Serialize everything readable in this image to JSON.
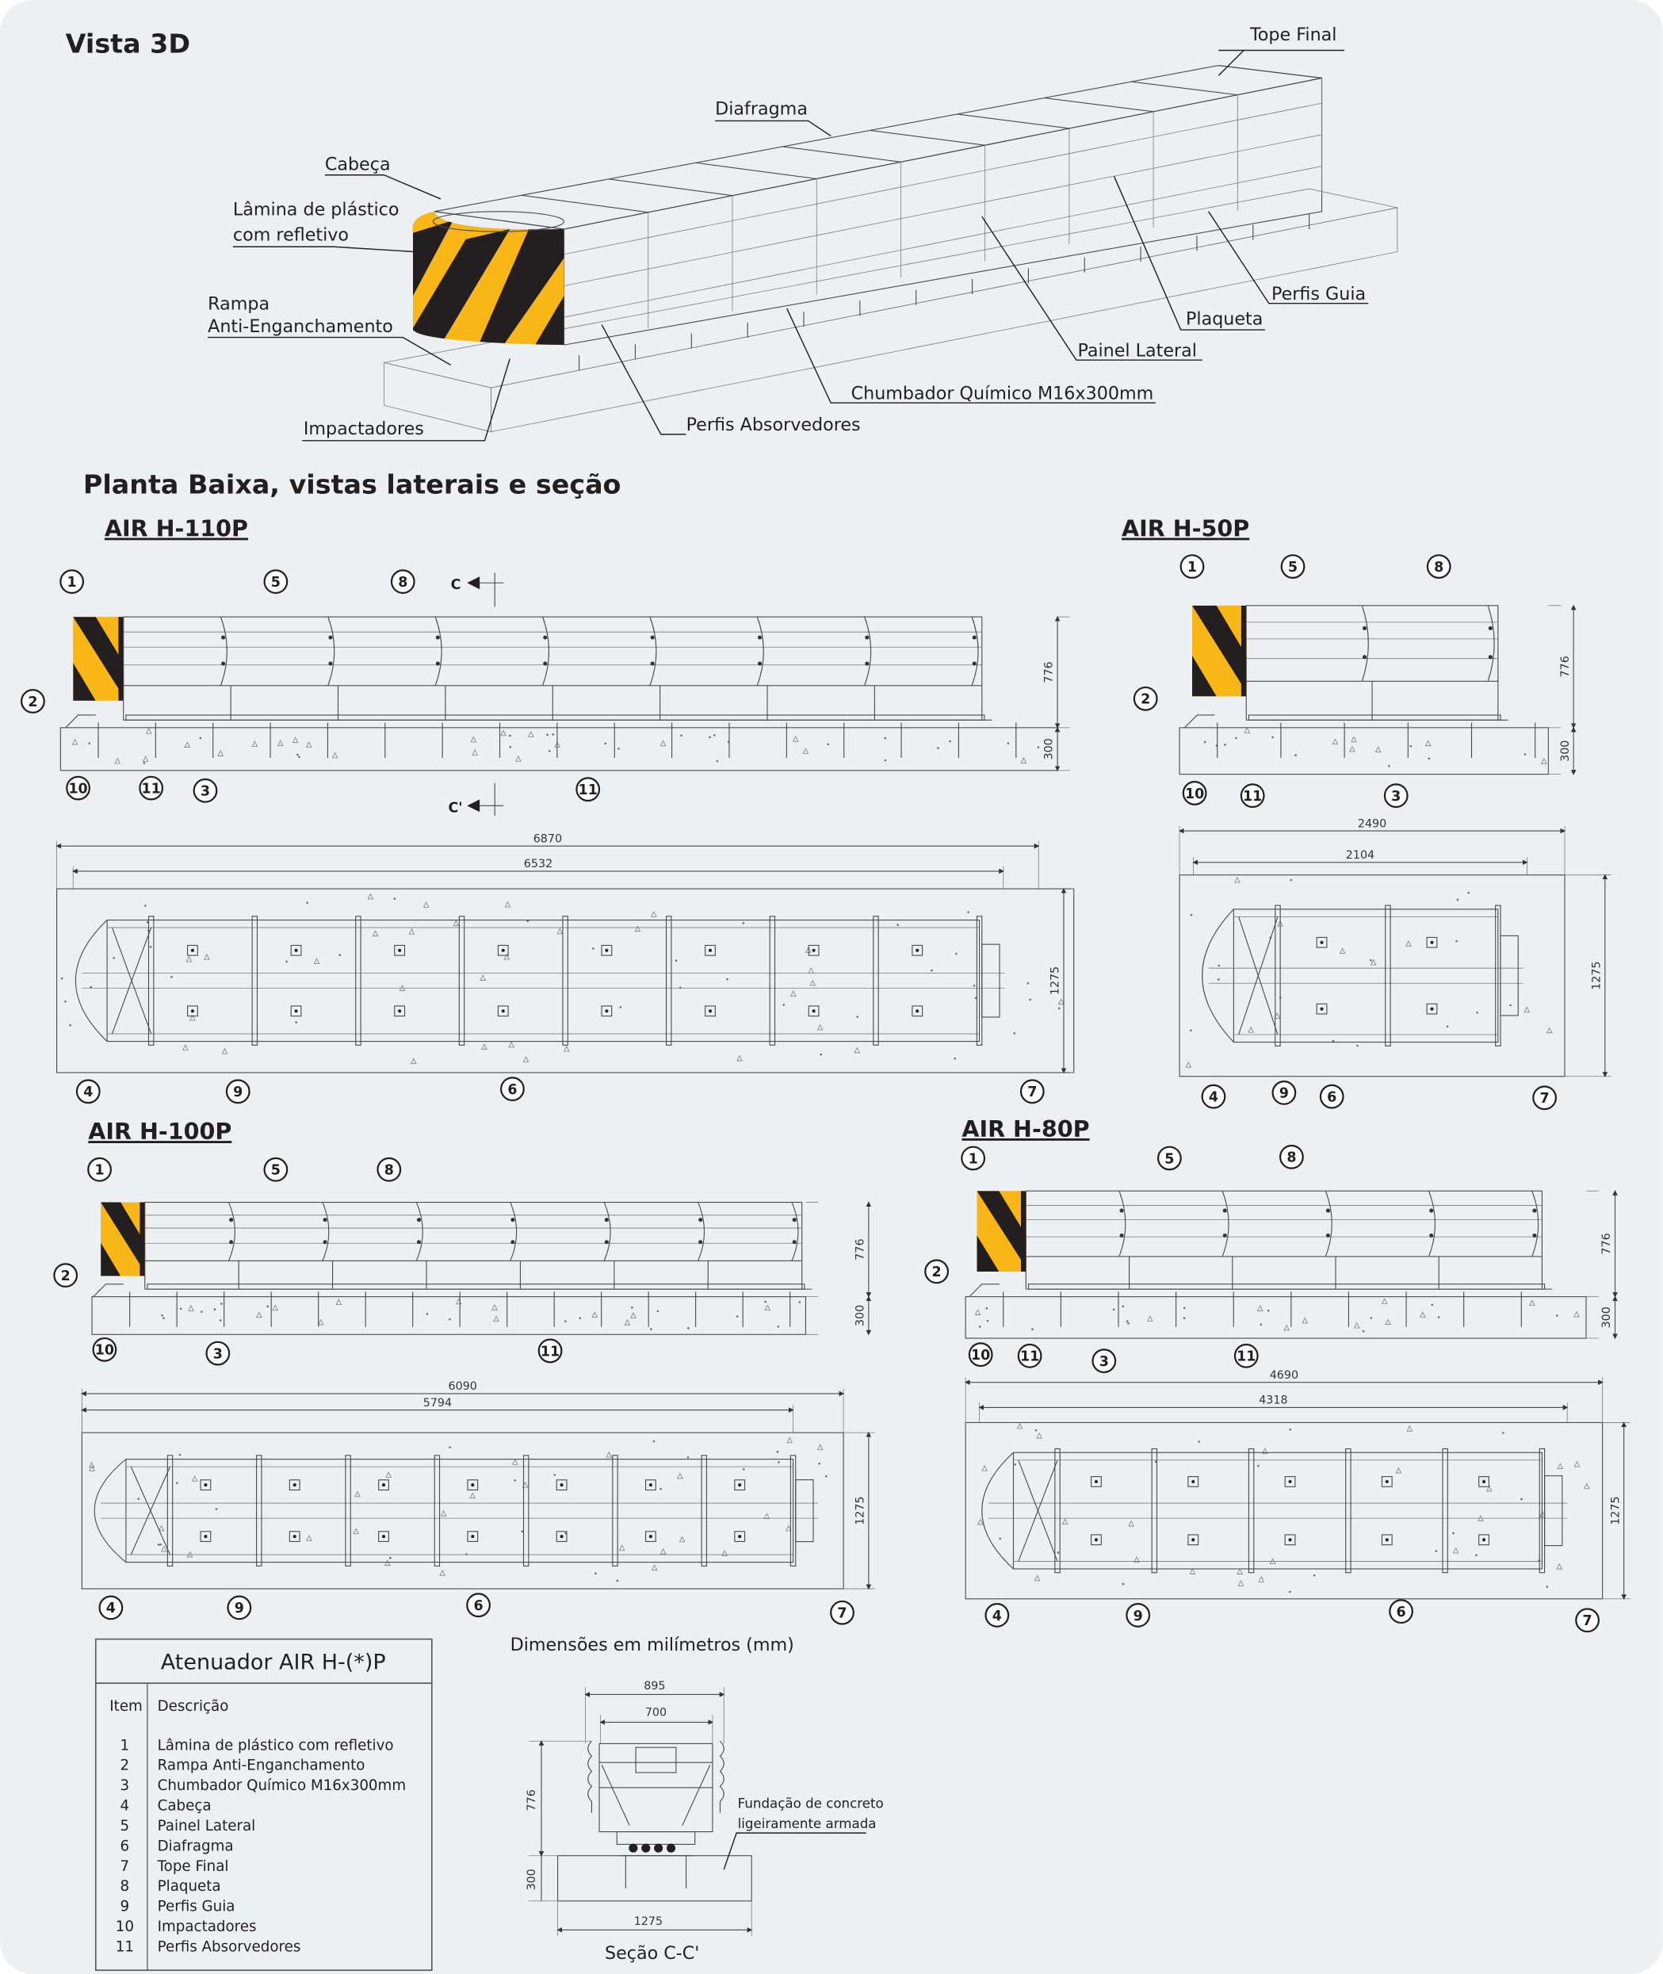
{
  "colors": {
    "background": "#edf0f3",
    "yellow": "#f9b617",
    "black": "#231f20",
    "line": "#4a4a4a"
  },
  "vista3d": {
    "title": "Vista 3D",
    "labels": {
      "tope_final": "Tope Final",
      "diafragma": "Diafragma",
      "cabeca": "Cabeça",
      "lamina_1": "Lâmina de plástico",
      "lamina_2": "com refletivo",
      "rampa_1": "Rampa",
      "rampa_2": "Anti-Enganchamento",
      "impactadores": "Impactadores",
      "perfis_absorvedores": "Perfis Absorvedores",
      "chumbador": "Chumbador Químico M16x300mm",
      "painel_lateral": "Painel Lateral",
      "plaqueta": "Plaqueta",
      "perfis_guia": "Perfis Guia"
    }
  },
  "plans": {
    "title": "Planta Baixa, vistas laterais e seção",
    "section_marks": {
      "c": "C",
      "c_prime": "C'"
    },
    "models": [
      {
        "name": "AIR H-110P",
        "height": "776",
        "foundation": "300",
        "total_length": "6870",
        "unit_length": "6532",
        "width": "1275",
        "side_callouts": [
          "1",
          "5",
          "8",
          "2",
          "10",
          "11",
          "3",
          "11"
        ],
        "plan_callouts": [
          "4",
          "9",
          "6",
          "7"
        ]
      },
      {
        "name": "AIR H-50P",
        "height": "776",
        "foundation": "300",
        "total_length": "2490",
        "unit_length": "2104",
        "width": "1275",
        "side_callouts": [
          "1",
          "5",
          "8",
          "2",
          "10",
          "11",
          "3"
        ],
        "plan_callouts": [
          "4",
          "9",
          "6",
          "7"
        ]
      },
      {
        "name": "AIR H-100P",
        "height": "776",
        "foundation": "300",
        "total_length": "6090",
        "unit_length": "5794",
        "width": "1275",
        "side_callouts": [
          "1",
          "5",
          "8",
          "2",
          "10",
          "3",
          "11"
        ],
        "plan_callouts": [
          "4",
          "9",
          "6",
          "7"
        ]
      },
      {
        "name": "AIR H-80P",
        "height": "776",
        "foundation": "300",
        "total_length": "4690",
        "unit_length": "4318",
        "width": "1275",
        "side_callouts": [
          "1",
          "5",
          "8",
          "2",
          "10",
          "11",
          "3",
          "11"
        ],
        "plan_callouts": [
          "4",
          "9",
          "6",
          "7"
        ]
      }
    ]
  },
  "legend": {
    "title": "Atenuador AIR H-(*)P",
    "col_item": "Item",
    "col_desc": "Descrição",
    "items": [
      {
        "item": "1",
        "desc": "Lâmina de plástico com refletivo"
      },
      {
        "item": "2",
        "desc": "Rampa Anti-Enganchamento"
      },
      {
        "item": "3",
        "desc": "Chumbador Químico M16x300mm"
      },
      {
        "item": "4",
        "desc": "Cabeça"
      },
      {
        "item": "5",
        "desc": "Painel Lateral"
      },
      {
        "item": "6",
        "desc": "Diafragma"
      },
      {
        "item": "7",
        "desc": "Tope Final"
      },
      {
        "item": "8",
        "desc": "Plaqueta"
      },
      {
        "item": "9",
        "desc": "Perfis Guia"
      },
      {
        "item": "10",
        "desc": "Impactadores"
      },
      {
        "item": "11",
        "desc": "Perfis Absorvedores"
      }
    ]
  },
  "section": {
    "units_note": "Dimensões em milímetros (mm)",
    "outer_width": "895",
    "inner_width": "700",
    "height": "776",
    "foundation": "300",
    "base_width": "1275",
    "foundation_note_1": "Fundação de concreto",
    "foundation_note_2": "ligeiramente armada",
    "title": "Seção C-C'"
  }
}
